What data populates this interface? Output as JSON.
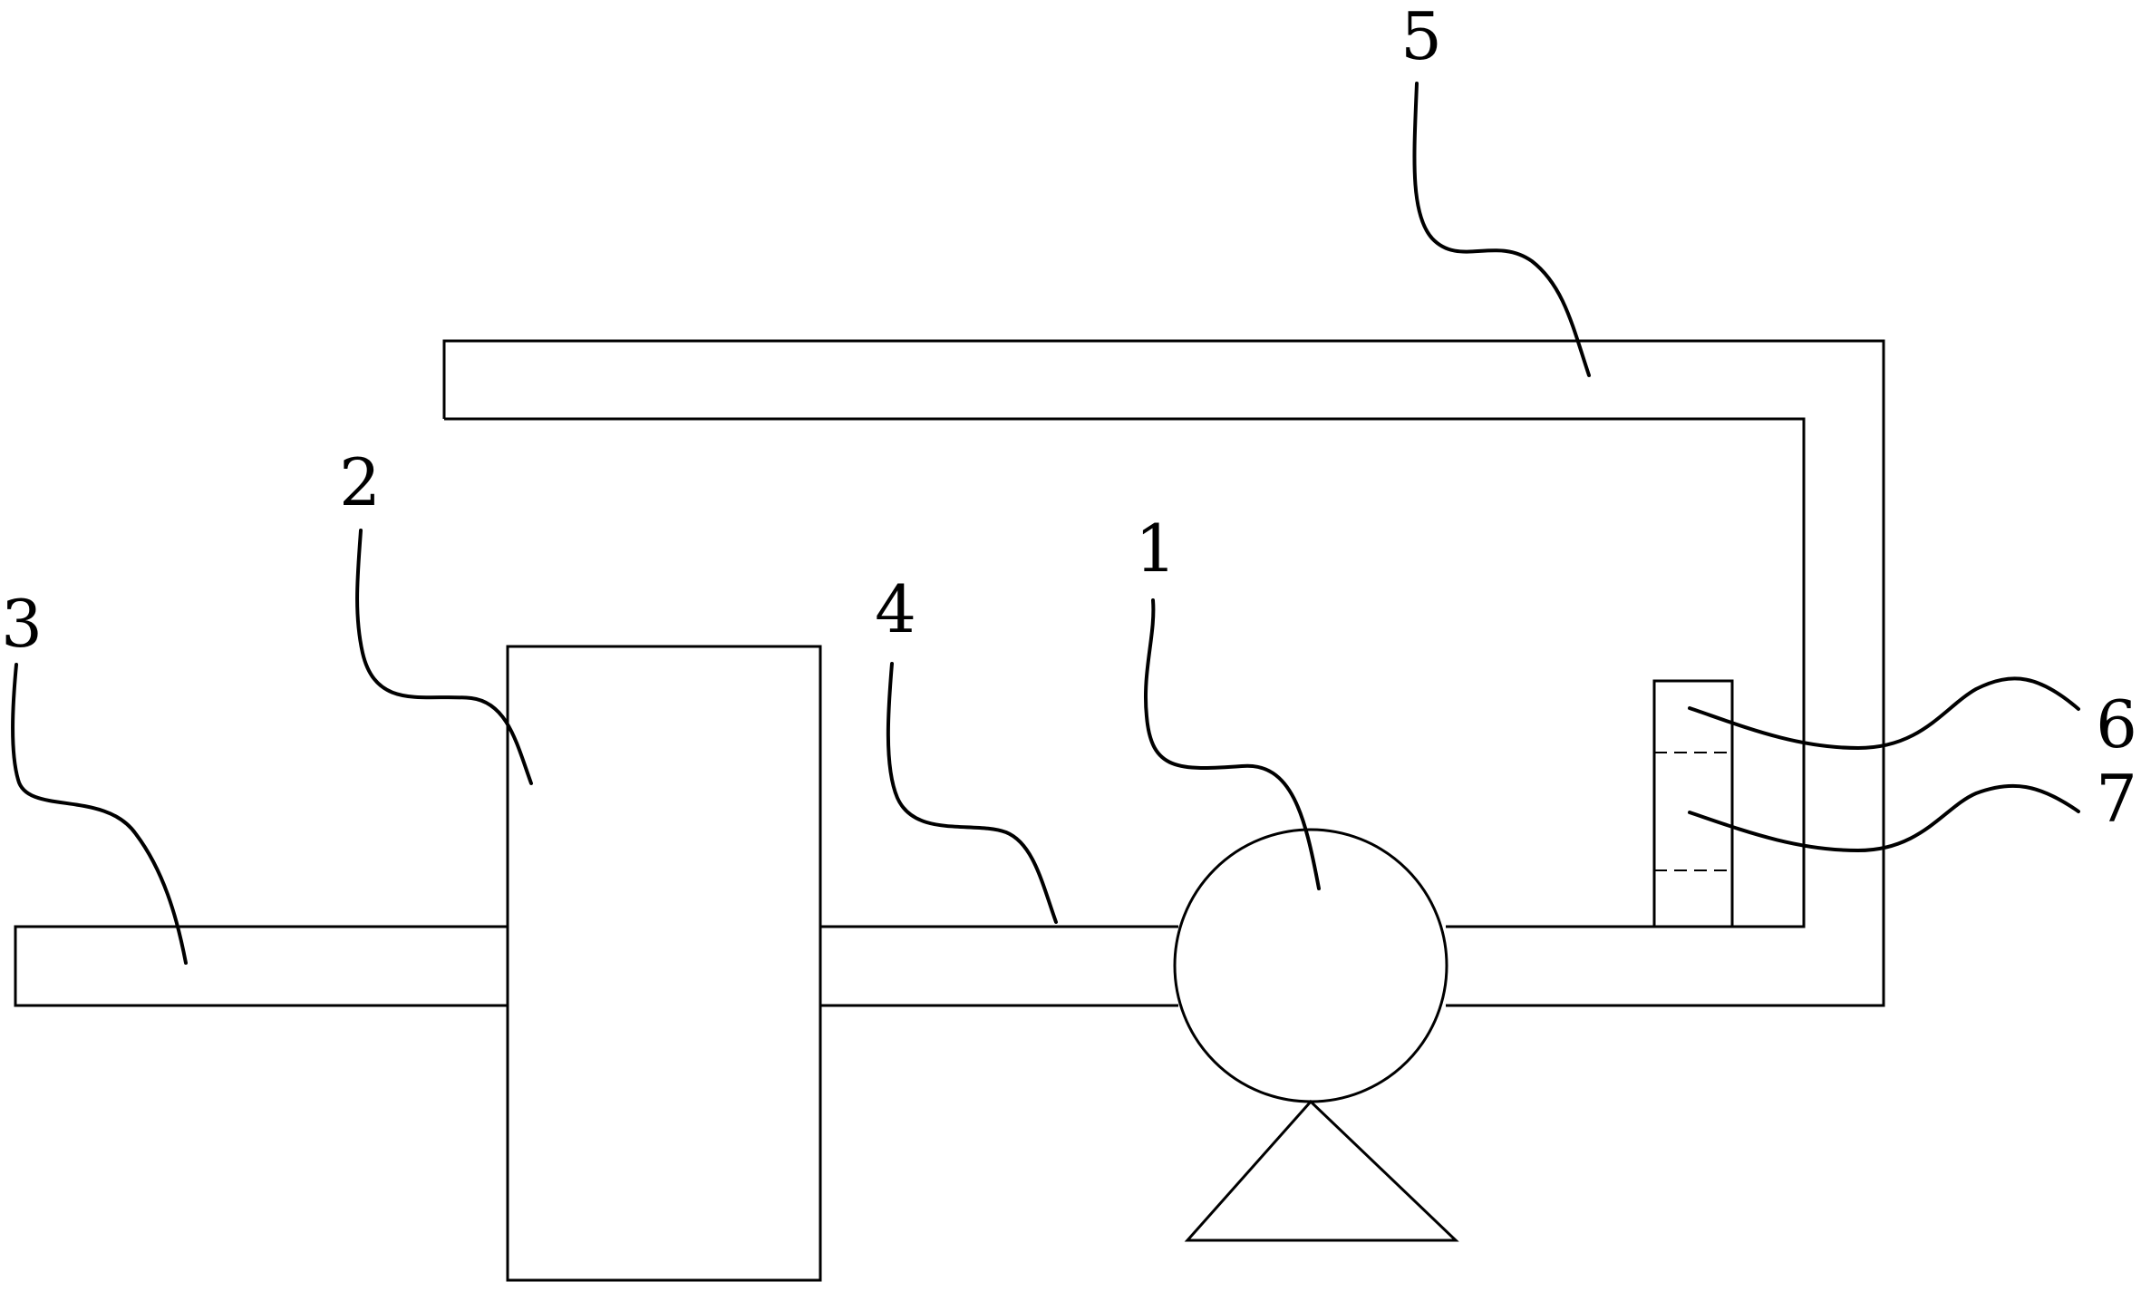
{
  "labels": {
    "pump": "1",
    "tank": "2",
    "inlet_pipe": "3",
    "connecting_pipe": "4",
    "return_pipe": "5",
    "filter_upper": "6",
    "filter_lower": "7"
  },
  "colors": {
    "stroke": "#000000",
    "background": "#ffffff"
  }
}
